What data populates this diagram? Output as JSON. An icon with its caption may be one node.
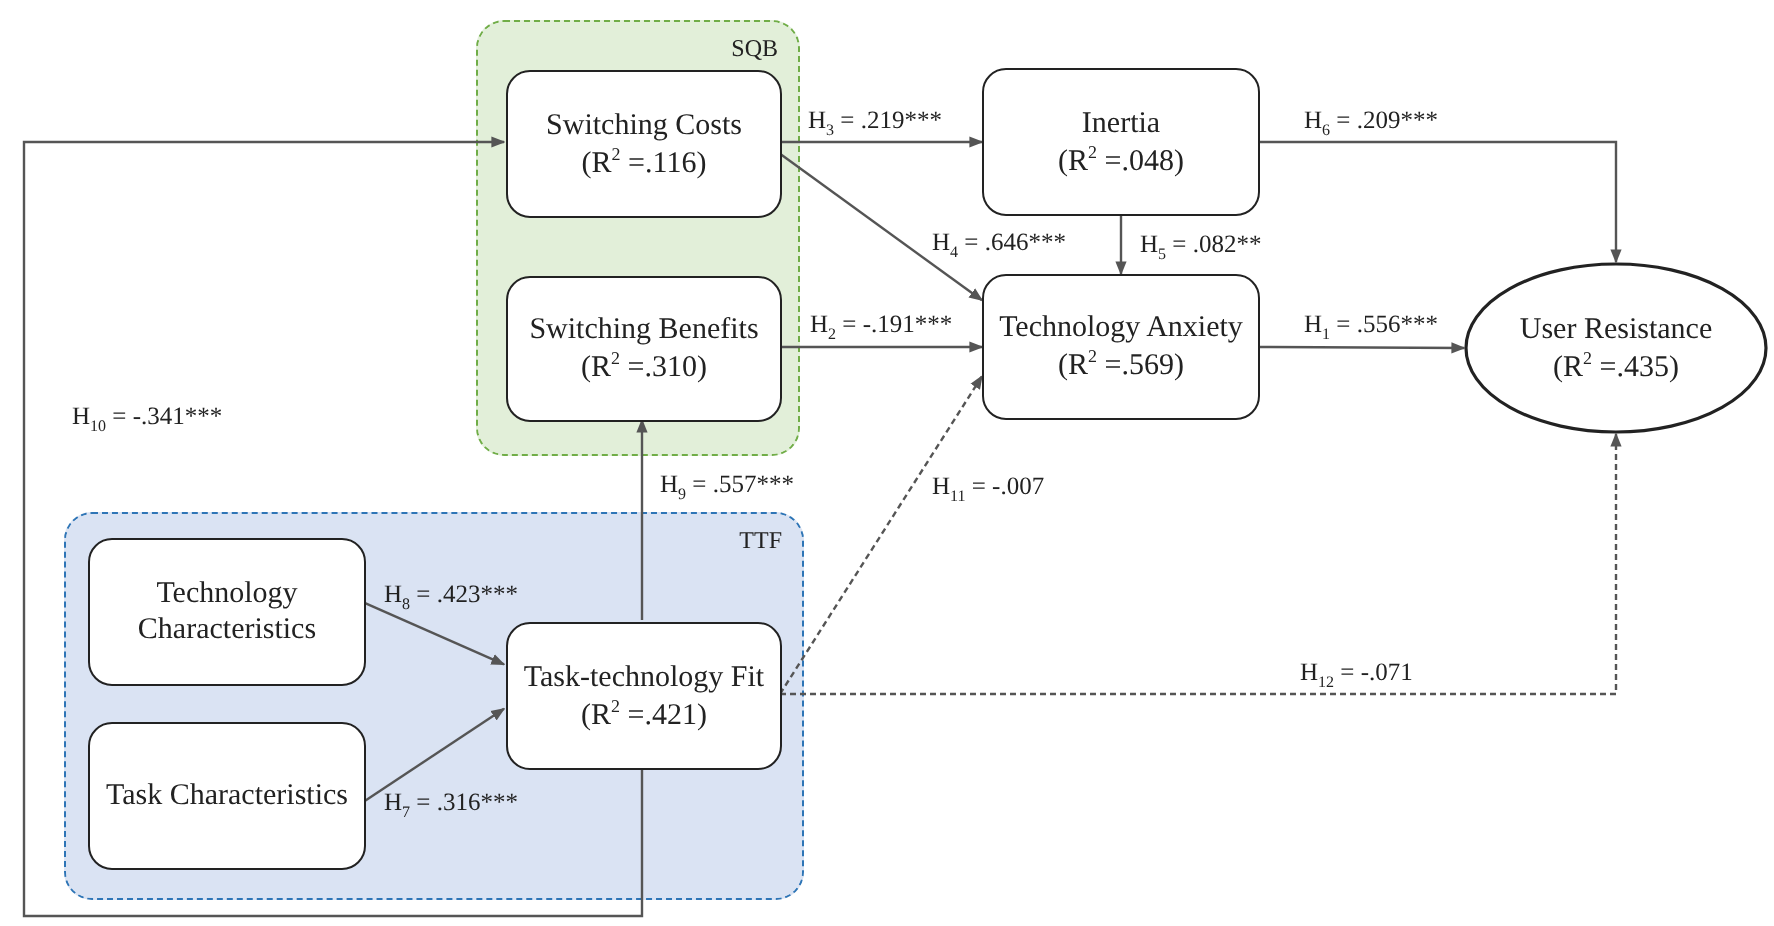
{
  "diagram": {
    "nodes": [
      {
        "text": [
          "SQB"
        ]
      },
      {
        "text": [
          "Switching Costs",
          "(R$^{2}$ =.116)"
        ],
        "in": 0
      },
      {
        "text": [
          "Switching Benefits",
          "(R$^{2}$ =.310)"
        ],
        "in": 0
      },
      {
        "text": [
          "Inertia",
          "(R$^{2}$ =.048)"
        ]
      },
      {
        "text": [
          "Technology Anxiety",
          "(R$^{2}$ =.569)"
        ]
      },
      {
        "text": [
          "User Resistance",
          "(R$^{2}$ =.435)"
        ]
      },
      {
        "text": [
          "TTF"
        ]
      },
      {
        "text": [
          "Technology Characteristics"
        ],
        "in": 6
      },
      {
        "text": [
          "Task Characteristics"
        ],
        "in": 6
      },
      {
        "text": [
          "Task-technology Fit",
          "(R$^{2}$ =.421)"
        ],
        "in": 6
      }
    ],
    "edges": [
      {
        "from": 1,
        "to": 3,
        "arrow": "to",
        "label": "H$_{3}$ = .219***"
      },
      {
        "from": 1,
        "to": 4,
        "arrow": "to",
        "label": "H$_{4}$ = .646***"
      },
      {
        "from": 2,
        "to": 4,
        "arrow": "to",
        "label": "H$_{2}$ = -.191***"
      },
      {
        "from": 3,
        "to": 4,
        "arrow": "to",
        "label": "H$_{5}$ = .082**"
      },
      {
        "from": 3,
        "to": 5,
        "arrow": "to",
        "label": "H$_{6}$ = .209***"
      },
      {
        "from": 4,
        "to": 5,
        "arrow": "to",
        "label": "H$_{1}$ = .556***"
      },
      {
        "from": 7,
        "to": 9,
        "arrow": "to",
        "label": "H$_{8}$ = .423***"
      },
      {
        "from": 8,
        "to": 9,
        "arrow": "to",
        "label": "H$_{7}$ = .316***"
      },
      {
        "from": 9,
        "to": 2,
        "arrow": "to",
        "label": "H$_{9}$ = .557***"
      },
      {
        "from": 9,
        "to": 1,
        "arrow": "to",
        "label": "H$_{10}$ = -.341***"
      },
      {
        "from": 9,
        "to": 4,
        "arrow": "to",
        "label": "H$_{11}$ = -.007",
        "style": "dashed"
      },
      {
        "from": 9,
        "to": 5,
        "arrow": "to",
        "label": "H$_{12}$ = -.071",
        "style": "dashed"
      }
    ]
  }
}
